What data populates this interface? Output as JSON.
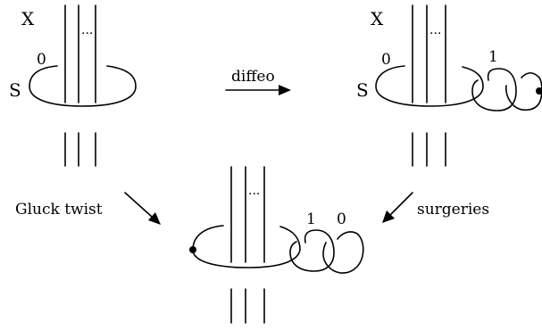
{
  "labels": {
    "left_x": "X",
    "left_s": "S",
    "left_framing": "0",
    "left_dots": "...",
    "right_x": "X",
    "right_s": "S",
    "right_framing": "0",
    "right_extra_framing": "1",
    "right_dots": "...",
    "bottom_dots": "...",
    "bottom_framing_1": "1",
    "bottom_framing_0": "0",
    "arrow_diffeo": "diffeo",
    "arrow_gluck": "Gluck twist",
    "arrow_surgeries": "surgeries"
  },
  "colors": {
    "ink": "#000000",
    "background": "#ffffff"
  }
}
